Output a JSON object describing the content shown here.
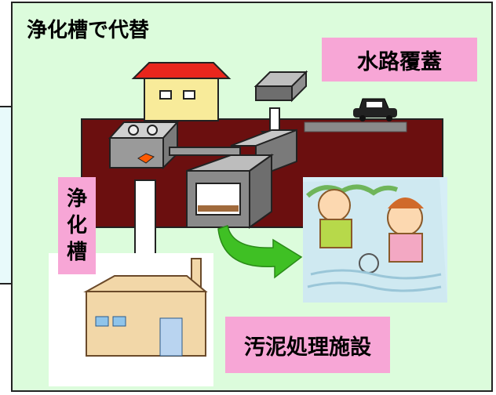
{
  "title": "浄化槽で代替",
  "labels": {
    "waterway_cover": "水路覆蓋",
    "septic_tank": [
      "浄",
      "化",
      "槽"
    ],
    "sludge_facility": "汚泥処理施設"
  },
  "colors": {
    "background": "#dcfcdc",
    "left_panel": "#e8fafb",
    "label_bg": "#f7a6d6",
    "ground": "#6b0f0f",
    "house_roof": "#e8261d",
    "house_wall": "#f8eb9a",
    "arrow_green": "#3fc024"
  }
}
